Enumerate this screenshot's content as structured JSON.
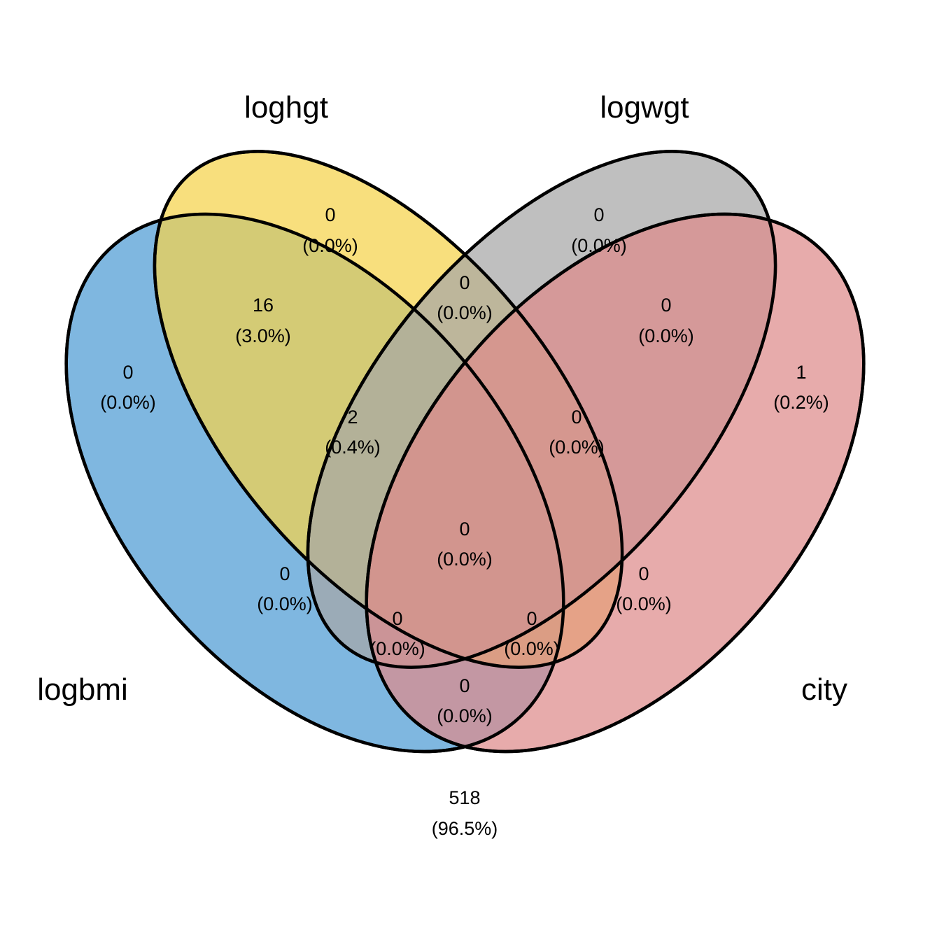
{
  "diagram": {
    "sets": [
      {
        "key": "logbmi",
        "label": "logbmi",
        "color": "#4D9BD4"
      },
      {
        "key": "loghgt",
        "label": "loghgt",
        "color": "#F5D34B"
      },
      {
        "key": "logwgt",
        "label": "logwgt",
        "color": "#A6A6A6"
      },
      {
        "key": "city",
        "label": "city",
        "color": "#DE8A8A"
      }
    ],
    "regions": [
      {
        "id": "bmi-only",
        "sets": [
          "logbmi"
        ],
        "count": "0",
        "percent": "(0.0%)"
      },
      {
        "id": "hgt-only",
        "sets": [
          "loghgt"
        ],
        "count": "0",
        "percent": "(0.0%)"
      },
      {
        "id": "wgt-only",
        "sets": [
          "logwgt"
        ],
        "count": "0",
        "percent": "(0.0%)"
      },
      {
        "id": "city-only",
        "sets": [
          "city"
        ],
        "count": "1",
        "percent": "(0.2%)"
      },
      {
        "id": "bmi-hgt",
        "sets": [
          "logbmi",
          "loghgt"
        ],
        "count": "16",
        "percent": "(3.0%)"
      },
      {
        "id": "hgt-wgt",
        "sets": [
          "loghgt",
          "logwgt"
        ],
        "count": "0",
        "percent": "(0.0%)"
      },
      {
        "id": "wgt-city",
        "sets": [
          "logwgt",
          "city"
        ],
        "count": "0",
        "percent": "(0.0%)"
      },
      {
        "id": "bmi-hgt-wgt",
        "sets": [
          "logbmi",
          "loghgt",
          "logwgt"
        ],
        "count": "2",
        "percent": "(0.4%)"
      },
      {
        "id": "hgt-wgt-city",
        "sets": [
          "loghgt",
          "logwgt",
          "city"
        ],
        "count": "0",
        "percent": "(0.0%)"
      },
      {
        "id": "all-four",
        "sets": [
          "logbmi",
          "loghgt",
          "logwgt",
          "city"
        ],
        "count": "0",
        "percent": "(0.0%)"
      },
      {
        "id": "bmi-wgt",
        "sets": [
          "logbmi",
          "logwgt"
        ],
        "count": "0",
        "percent": "(0.0%)"
      },
      {
        "id": "hgt-city",
        "sets": [
          "loghgt",
          "city"
        ],
        "count": "0",
        "percent": "(0.0%)"
      },
      {
        "id": "bmi-wgt-city",
        "sets": [
          "logbmi",
          "logwgt",
          "city"
        ],
        "count": "0",
        "percent": "(0.0%)"
      },
      {
        "id": "bmi-hgt-city",
        "sets": [
          "logbmi",
          "loghgt",
          "city"
        ],
        "count": "0",
        "percent": "(0.0%)"
      },
      {
        "id": "bmi-city",
        "sets": [
          "logbmi",
          "city"
        ],
        "count": "0",
        "percent": "(0.0%)"
      },
      {
        "id": "none",
        "sets": [],
        "count": "518",
        "percent": "(96.5%)"
      }
    ]
  }
}
